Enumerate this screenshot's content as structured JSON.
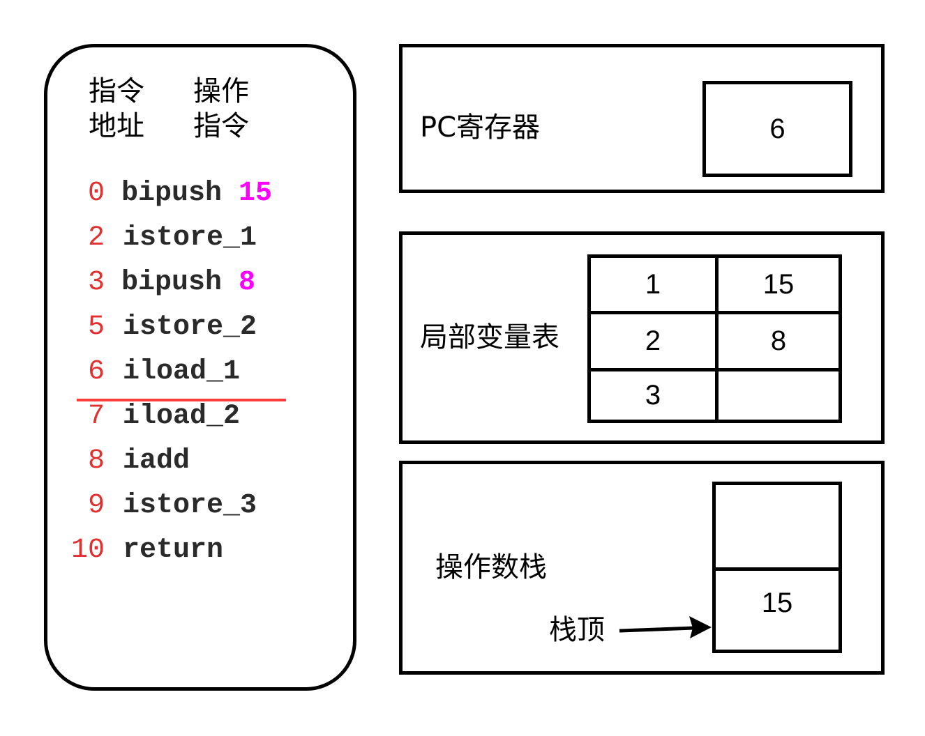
{
  "code_panel": {
    "header_col1": [
      "指令",
      "地址"
    ],
    "header_col2": [
      "操作",
      "指令"
    ],
    "instructions": [
      {
        "addr": "0",
        "op": "bipush ",
        "operand": "15"
      },
      {
        "addr": "2",
        "op": "istore_1",
        "operand": ""
      },
      {
        "addr": "3",
        "op": "bipush ",
        "operand": "8"
      },
      {
        "addr": "5",
        "op": "istore_2",
        "operand": ""
      },
      {
        "addr": "6",
        "op": "iload_1",
        "operand": ""
      },
      {
        "addr": "7",
        "op": "iload_2",
        "operand": ""
      },
      {
        "addr": "8",
        "op": "iadd",
        "operand": ""
      },
      {
        "addr": "9",
        "op": "istore_3",
        "operand": ""
      },
      {
        "addr": "10",
        "op": "return",
        "operand": ""
      }
    ],
    "current_marker_after": "6"
  },
  "pc_register": {
    "label": "PC寄存器",
    "value": "6"
  },
  "local_variable_table": {
    "label": "局部变量表",
    "rows": [
      {
        "slot": "1",
        "value": "15"
      },
      {
        "slot": "2",
        "value": "8"
      },
      {
        "slot": "3",
        "value": ""
      }
    ]
  },
  "operand_stack": {
    "label": "操作数栈",
    "top_label": "栈顶",
    "cells": [
      "",
      "15"
    ]
  },
  "colors": {
    "address": "#e03030",
    "operand": "#ff00ff",
    "marker": "#ff3b3b",
    "border": "#000000"
  }
}
